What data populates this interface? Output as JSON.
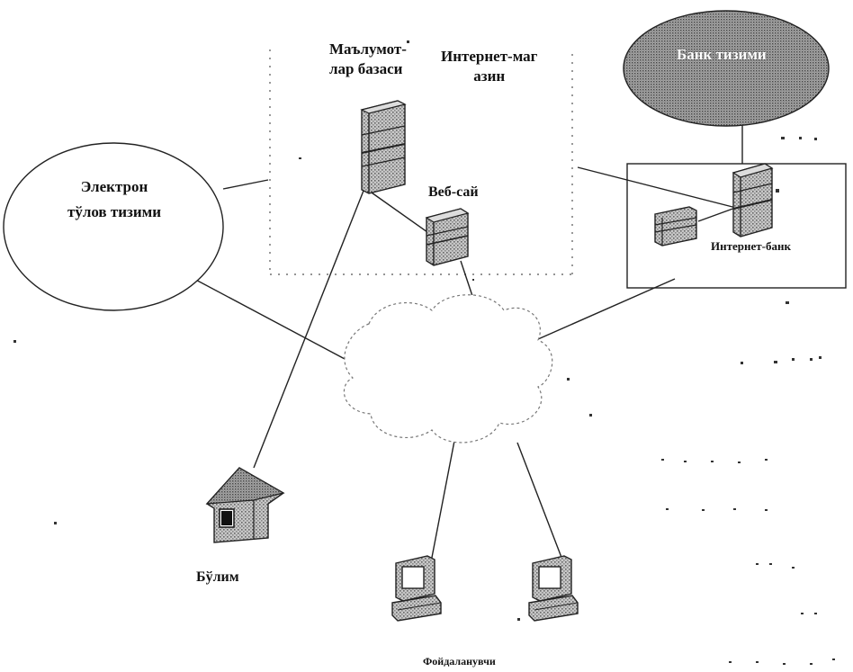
{
  "labels": {
    "database": {
      "line1": "Маълумот-",
      "line2": "лар базаси"
    },
    "shop": {
      "line1": "Интернет-маг",
      "line2": "азин"
    },
    "bank_system": "Банк тизими",
    "payment_system": {
      "line1": "Электрон",
      "line2": "тўлов тизими"
    },
    "website": "Веб-сай",
    "internet_bank": "Интернет-банк",
    "branch": "Бўлим",
    "users": "Фойдаланувчи"
  }
}
